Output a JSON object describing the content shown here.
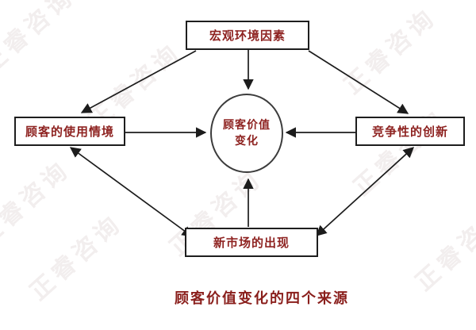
{
  "diagram": {
    "title": "顾客价值变化的四个来源",
    "center": {
      "label": "顾客价值变化"
    },
    "nodes": {
      "top": {
        "label": "宏观环境因素"
      },
      "left": {
        "label": "顾客的使用情境"
      },
      "right": {
        "label": "竞争性的创新"
      },
      "bottom": {
        "label": "新市场的出现"
      }
    },
    "edges": [
      {
        "from": "宏观环境因素",
        "to": "顾客的使用情境",
        "bidirectional": false
      },
      {
        "from": "宏观环境因素",
        "to": "竞争性的创新",
        "bidirectional": false
      },
      {
        "from": "宏观环境因素",
        "to": "顾客价值变化",
        "bidirectional": false
      },
      {
        "from": "顾客的使用情境",
        "to": "顾客价值变化",
        "bidirectional": false
      },
      {
        "from": "竞争性的创新",
        "to": "顾客价值变化",
        "bidirectional": false
      },
      {
        "from": "新市场的出现",
        "to": "顾客价值变化",
        "bidirectional": false
      },
      {
        "from": "顾客的使用情境",
        "to": "新市场的出现",
        "bidirectional": true
      },
      {
        "from": "竞争性的创新",
        "to": "新市场的出现",
        "bidirectional": true
      }
    ],
    "colors": {
      "label_text": "#8e2321",
      "title_text": "#8a1f1c",
      "box_border": "#1e1e1e",
      "arrow": "#1c1c1c"
    },
    "watermark": {
      "text": "正睿咨询"
    }
  }
}
